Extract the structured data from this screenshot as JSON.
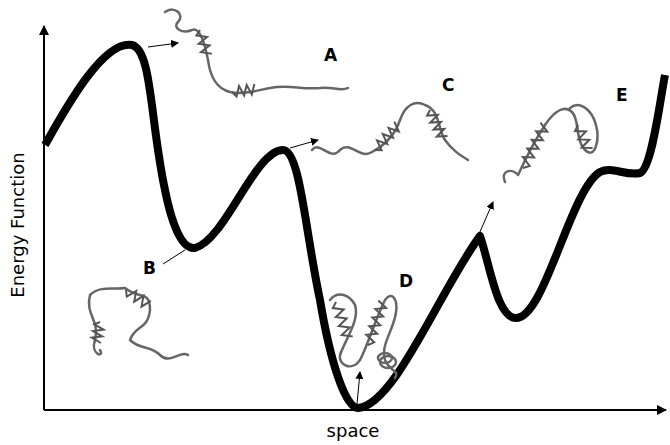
{
  "diagram": {
    "labels": [
      "A",
      "B",
      "C",
      "D",
      "E",
      "Energy Function",
      "space"
    ]
  }
}
